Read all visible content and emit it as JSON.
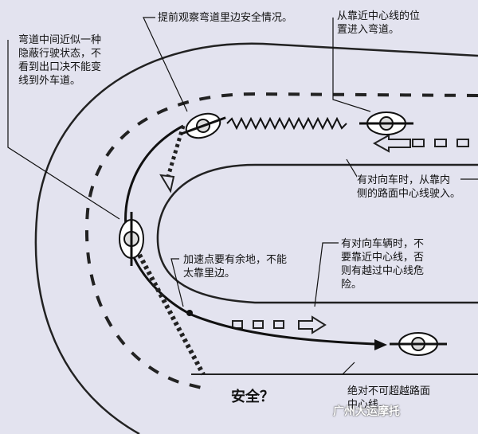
{
  "annotations": {
    "inner_curve": "弯道中间近似一种\n隐蔽行驶状态，不\n看到出口决不能变\n线到外车道。",
    "observe": "提前观察弯道里边安全情况。",
    "enter_center": "从靠近中心线的位\n置进入弯道。",
    "oncoming_inner": "有对向车时，从靠内\n侧的路面中心线驶入。",
    "accelerate": "加速点要有余地，不能\n太靠里边。",
    "oncoming_center": "有对向车辆时，不\n要靠近中心线，否\n则有越过中心线危\n险。",
    "no_cross": "绝对不可超越路面\n中心线。",
    "safe": "安全？"
  },
  "watermark": "广州大运摩托",
  "colors": {
    "background": "#e3e3ef",
    "ink": "#111111"
  }
}
